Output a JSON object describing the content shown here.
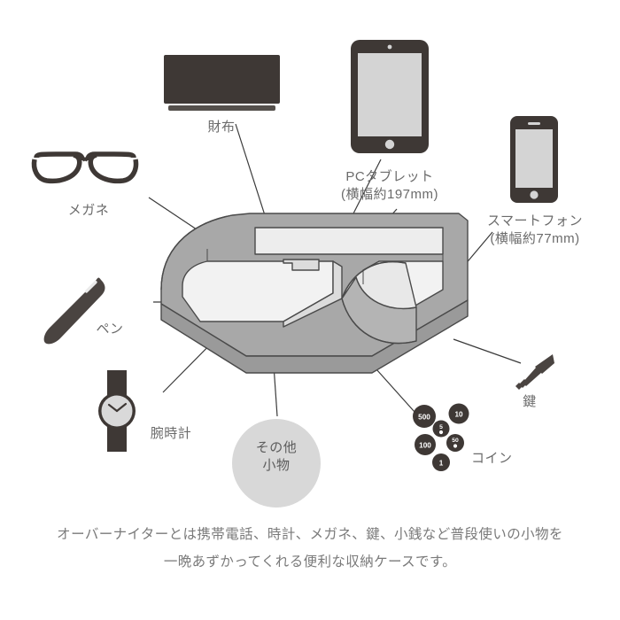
{
  "diagram": {
    "type": "product-callout-diagram",
    "subject": "overnighter valet tray",
    "background_color": "#ffffff",
    "label_color": "#6b6b6b",
    "caption_color": "#7a7a7a",
    "icon_dark_color": "#3e3835",
    "tray_rim_color": "#a8a8a8",
    "tray_inner_color": "#f0f0f0",
    "tray_outline_color": "#4a4a4a",
    "badge_fill_color": "#d6d6d6"
  },
  "labels": {
    "wallet": "財布",
    "tablet_name": "PCタブレット",
    "tablet_size": "(横幅約197mm)",
    "smartphone_name": "スマートフォン",
    "smartphone_size": "(横幅約77mm)",
    "glasses": "メガネ",
    "pen": "ペン",
    "watch": "腕時計",
    "key": "鍵",
    "coin": "コイン",
    "other_line1": "その他",
    "other_line2": "小物"
  },
  "coins": [
    {
      "value": "500",
      "holed": false
    },
    {
      "value": "10",
      "holed": false
    },
    {
      "value": "5",
      "holed": true
    },
    {
      "value": "100",
      "holed": false
    },
    {
      "value": "50",
      "holed": true
    },
    {
      "value": "1",
      "holed": false
    }
  ],
  "caption": {
    "line1": "オーバーナイターとは携帯電話、時計、メガネ、鍵、小銭など普段使いの小物を",
    "line2": "一晩あずかってくれる便利な収納ケースです。"
  },
  "icon_names": {
    "wallet": "wallet-icon",
    "tablet": "tablet-icon",
    "smartphone": "smartphone-icon",
    "glasses": "glasses-icon",
    "pen": "pen-icon",
    "watch": "wristwatch-icon",
    "key": "key-icon",
    "coins": "coins-icon",
    "tray": "valet-tray-illustration"
  }
}
